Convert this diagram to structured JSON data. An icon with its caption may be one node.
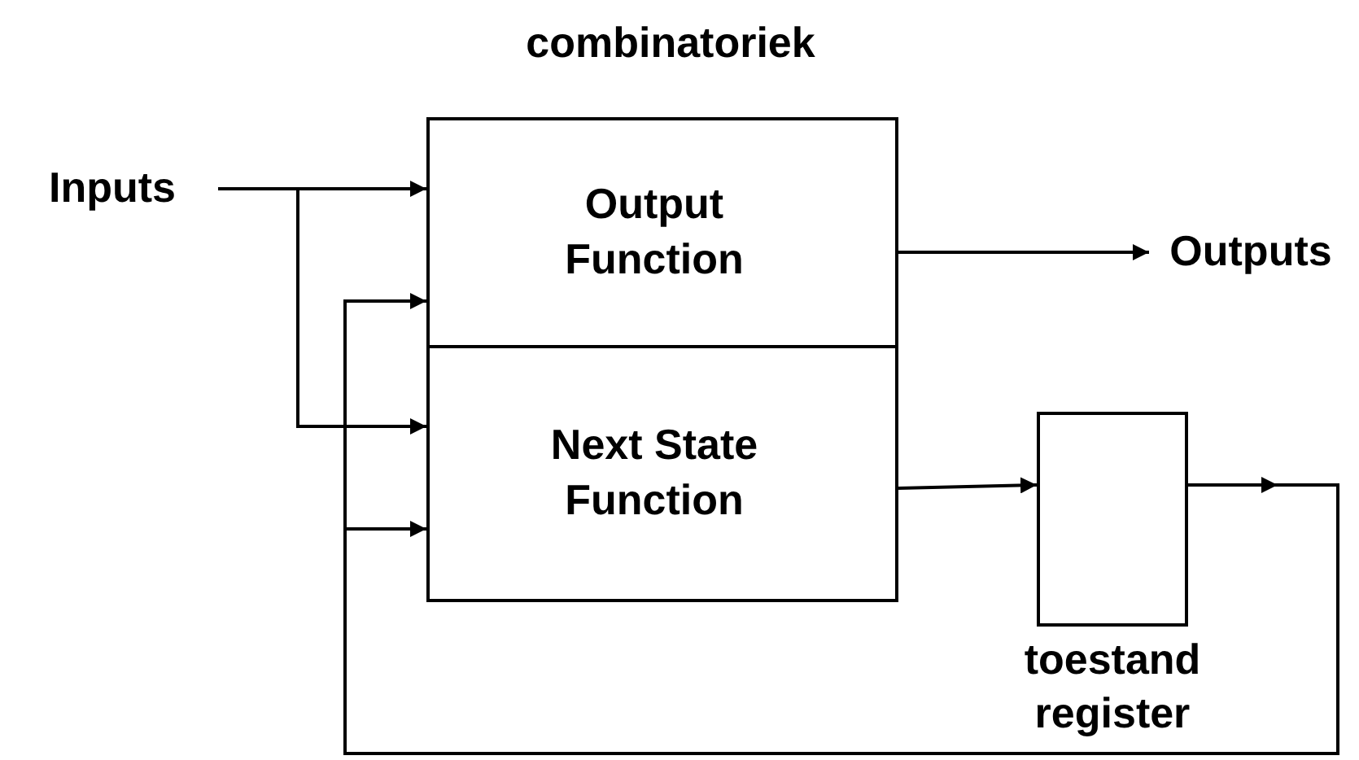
{
  "diagram": {
    "title": "combinatoriek",
    "nodes": [
      {
        "text": [
          "Inputs"
        ]
      },
      {
        "text": [
          "Output Function"
        ]
      },
      {
        "text": [
          "Next State Function"
        ]
      },
      {
        "text": [
          "Outputs"
        ]
      },
      {
        "text": [],
        "shape": "box",
        "beside": [
          "toestand register"
        ]
      }
    ],
    "edges": [
      {
        "from": 0,
        "to": 1,
        "arrow": "to"
      },
      {
        "from": 0,
        "to": 2,
        "arrow": "to"
      },
      {
        "from": 1,
        "to": 3,
        "arrow": "to"
      },
      {
        "from": 2,
        "to": 4,
        "arrow": "to"
      },
      {
        "from": 4,
        "to": 1,
        "arrow": "to"
      },
      {
        "from": 4,
        "to": 2,
        "arrow": "to"
      }
    ]
  }
}
